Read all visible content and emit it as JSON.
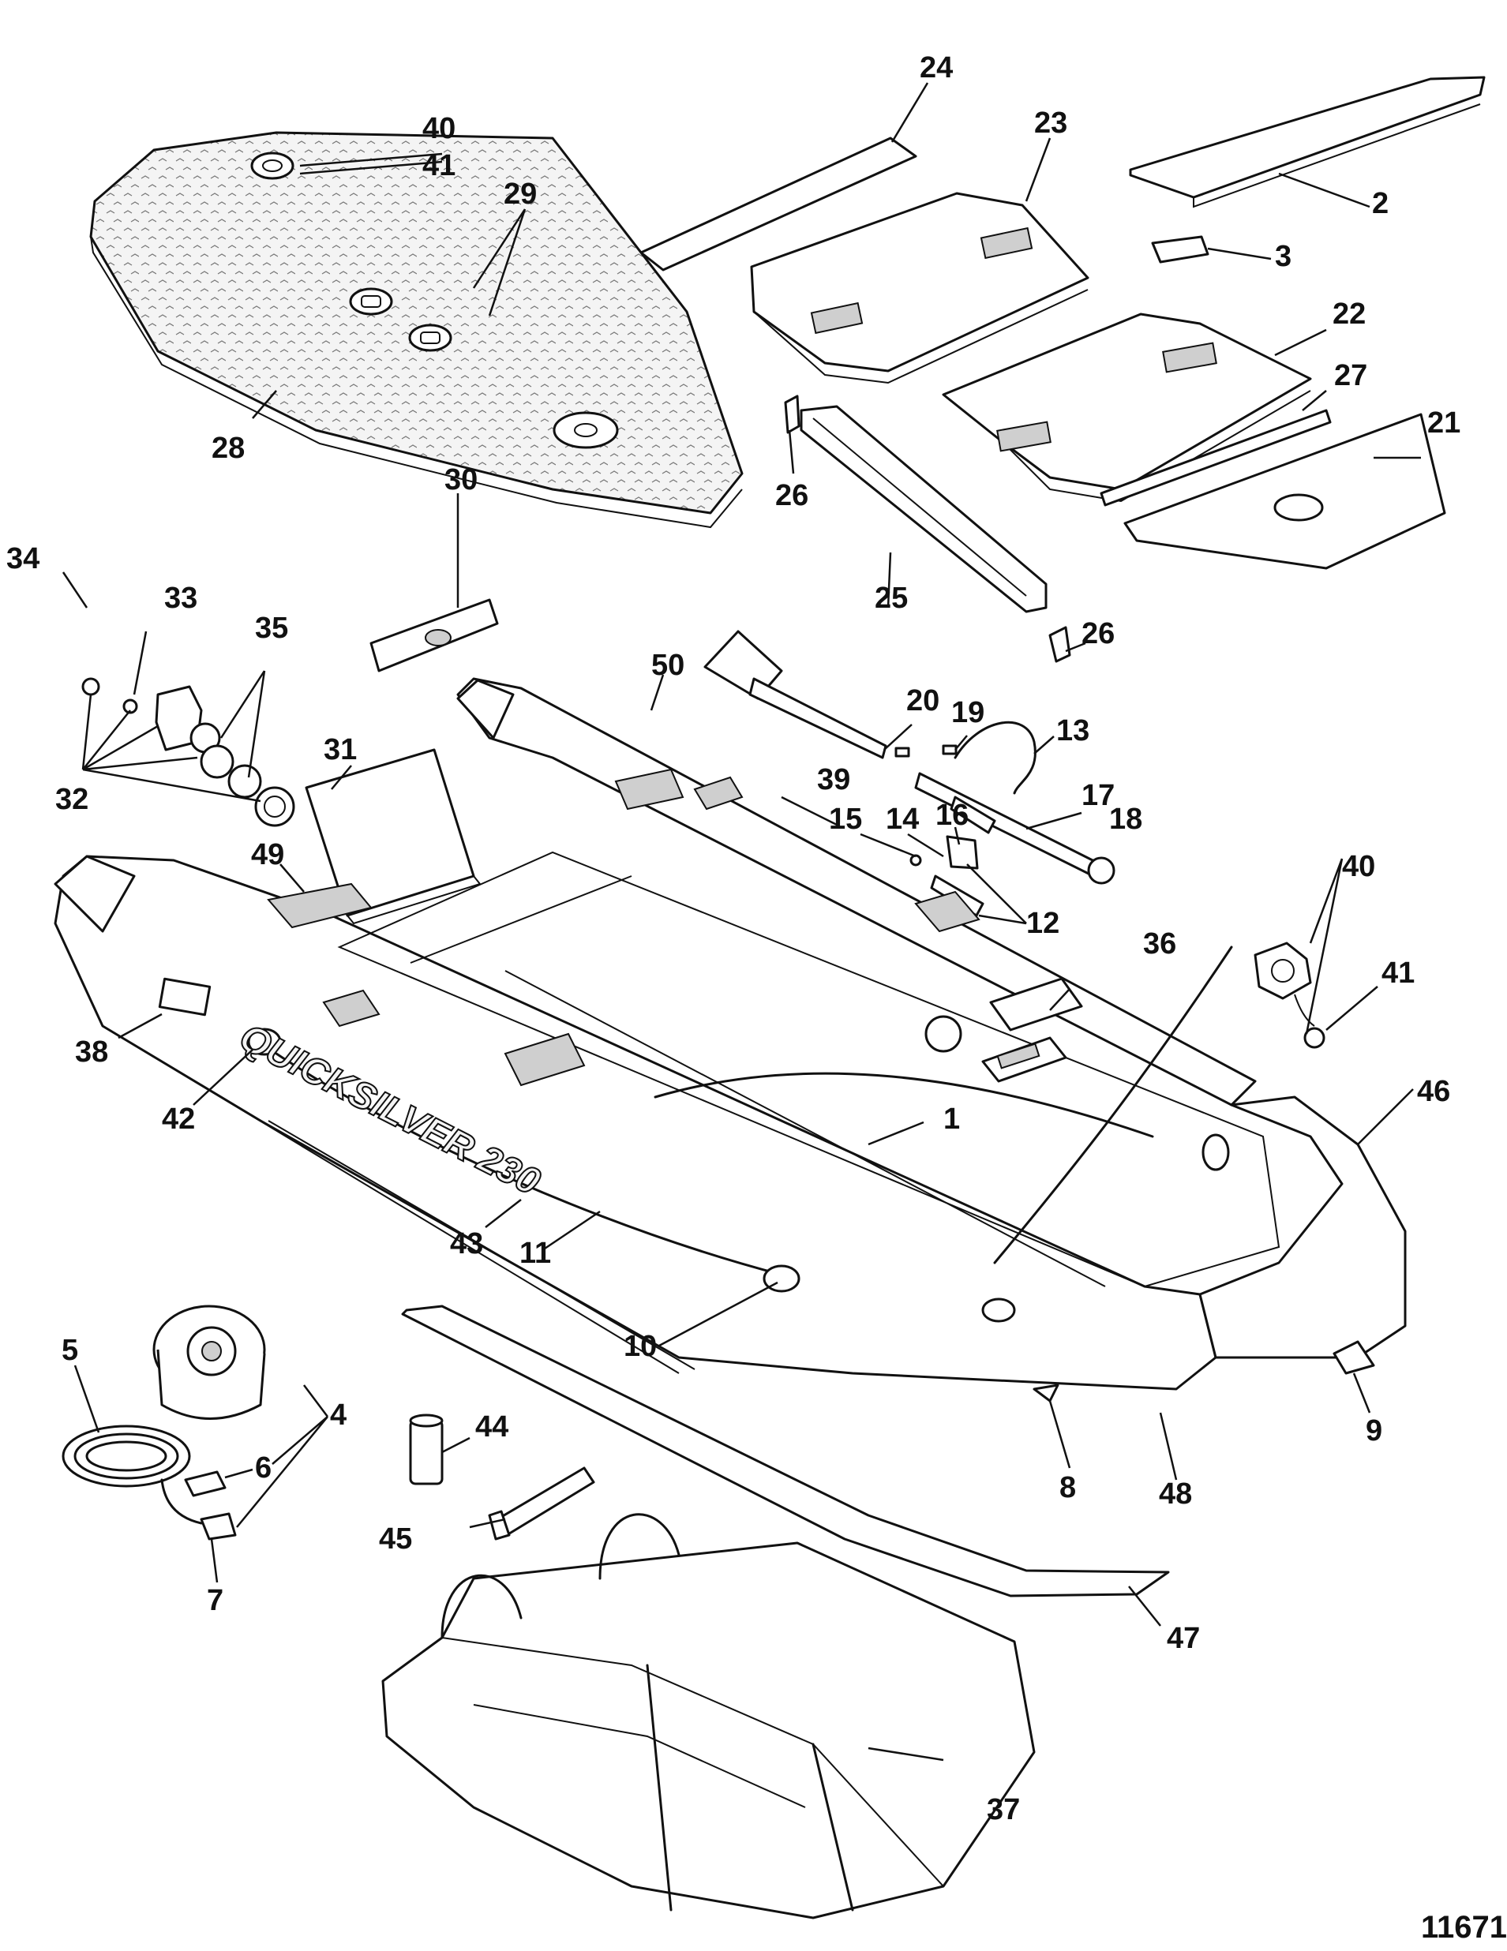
{
  "diagram_id": "11671",
  "brand_text": "QUICKSILVER 230",
  "callouts": [
    {
      "label": "1"
    },
    {
      "label": "2"
    },
    {
      "label": "3"
    },
    {
      "label": "4"
    },
    {
      "label": "5"
    },
    {
      "label": "6"
    },
    {
      "label": "7"
    },
    {
      "label": "8"
    },
    {
      "label": "9"
    },
    {
      "label": "10"
    },
    {
      "label": "11"
    },
    {
      "label": "12"
    },
    {
      "label": "13"
    },
    {
      "label": "14"
    },
    {
      "label": "15"
    },
    {
      "label": "16"
    },
    {
      "label": "17"
    },
    {
      "label": "18"
    },
    {
      "label": "19"
    },
    {
      "label": "20"
    },
    {
      "label": "21"
    },
    {
      "label": "22"
    },
    {
      "label": "23"
    },
    {
      "label": "24"
    },
    {
      "label": "25"
    },
    {
      "label": "26"
    },
    {
      "label": "26"
    },
    {
      "label": "27"
    },
    {
      "label": "28"
    },
    {
      "label": "29"
    },
    {
      "label": "30"
    },
    {
      "label": "31"
    },
    {
      "label": "32"
    },
    {
      "label": "33"
    },
    {
      "label": "34"
    },
    {
      "label": "35"
    },
    {
      "label": "36"
    },
    {
      "label": "37"
    },
    {
      "label": "38"
    },
    {
      "label": "39"
    },
    {
      "label": "40"
    },
    {
      "label": "41"
    },
    {
      "label": "40"
    },
    {
      "label": "41"
    },
    {
      "label": "42"
    },
    {
      "label": "43"
    },
    {
      "label": "44"
    },
    {
      "label": "45"
    },
    {
      "label": "46"
    },
    {
      "label": "47"
    },
    {
      "label": "48"
    },
    {
      "label": "49"
    },
    {
      "label": "50"
    }
  ]
}
